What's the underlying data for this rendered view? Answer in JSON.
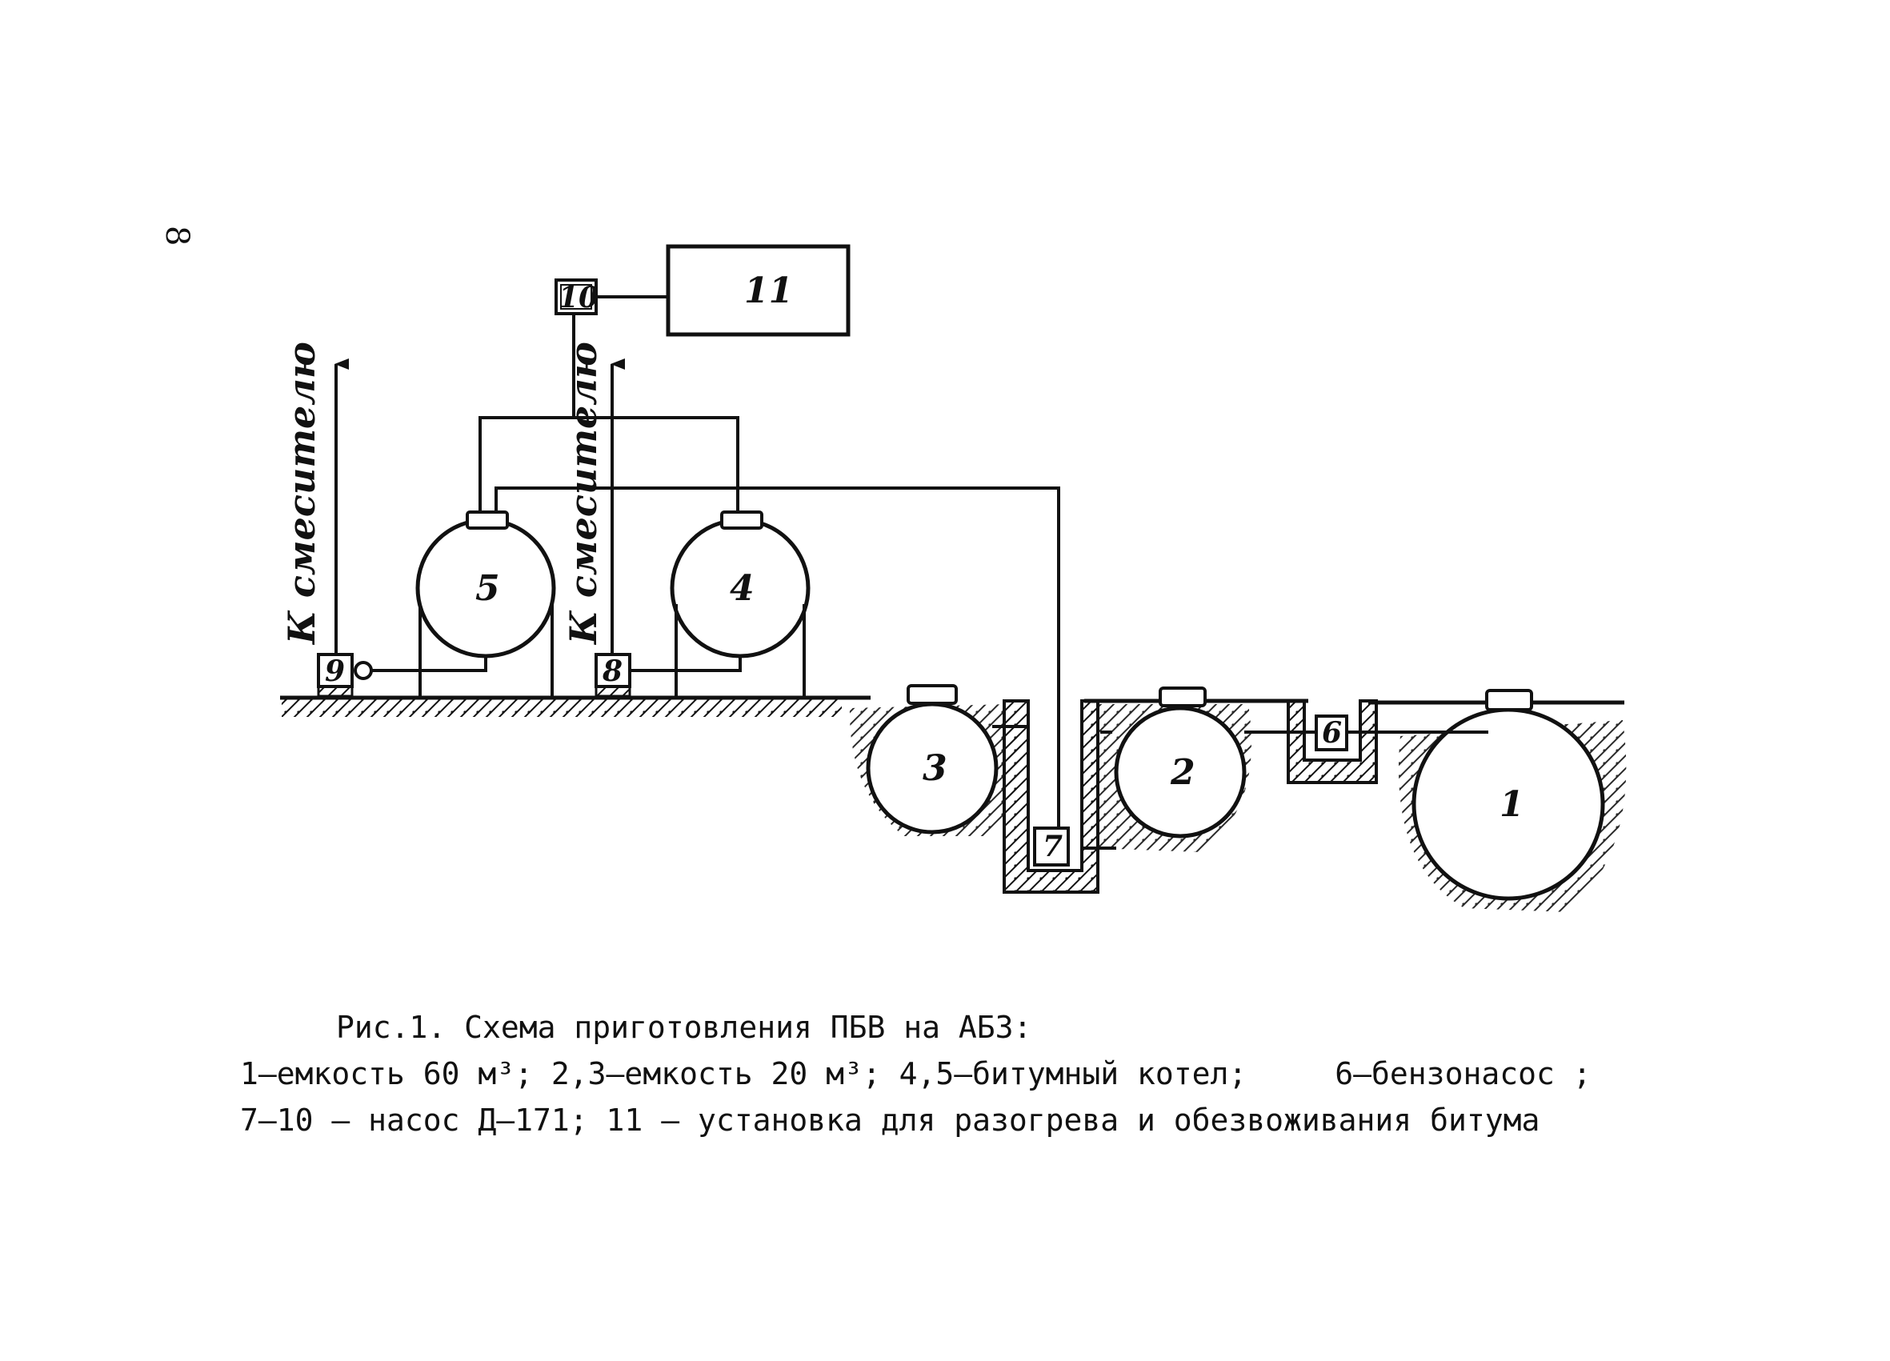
{
  "page_number": "8",
  "diagram": {
    "tanks": [
      {
        "id": "1",
        "label": "1"
      },
      {
        "id": "2",
        "label": "2"
      },
      {
        "id": "3",
        "label": "3"
      },
      {
        "id": "4",
        "label": "4"
      },
      {
        "id": "5",
        "label": "5"
      }
    ],
    "pumps": [
      {
        "id": "6",
        "label": "6"
      },
      {
        "id": "7",
        "label": "7"
      },
      {
        "id": "8",
        "label": "8"
      },
      {
        "id": "9",
        "label": "9"
      },
      {
        "id": "10",
        "label": "10"
      }
    ],
    "unit_11": {
      "label": "11"
    },
    "to_mixer_left": "К смесителю",
    "to_mixer_right": "К смесителю"
  },
  "caption": {
    "title": "Рис.1. Схема приготовления ПБВ на АБЗ:",
    "line1_a": "1–емкость 60 м³; 2,3–емкость 20 м³; 4,5–битумный котел;",
    "line1_b": "6–бензонасос ;",
    "line2": "7–10 – насос Д–171; 11 – установка для разогрева и обезвоживания битума"
  }
}
